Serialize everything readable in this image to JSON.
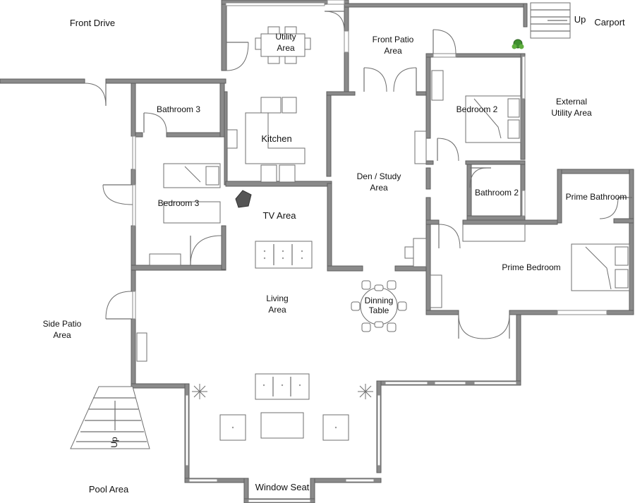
{
  "title": "",
  "rooms": [
    {
      "id": "front-drive",
      "lines": [
        "Front Drive"
      ]
    },
    {
      "id": "utility-area",
      "lines": [
        "Utility",
        "Area"
      ]
    },
    {
      "id": "front-patio-area",
      "lines": [
        "Front Patio",
        "Area"
      ]
    },
    {
      "id": "carport-up",
      "lines": [
        "Up"
      ]
    },
    {
      "id": "carport",
      "lines": [
        "Carport"
      ]
    },
    {
      "id": "bathroom-3",
      "lines": [
        "Bathroom 3"
      ]
    },
    {
      "id": "kitchen",
      "lines": [
        "Kitchen"
      ]
    },
    {
      "id": "bedroom-2",
      "lines": [
        "Bedroom 2"
      ]
    },
    {
      "id": "external-utility-area",
      "lines": [
        "External",
        "Utility Area"
      ]
    },
    {
      "id": "den-study-area",
      "lines": [
        "Den / Study",
        "Area"
      ]
    },
    {
      "id": "bedroom-3",
      "lines": [
        "Bedroom 3"
      ]
    },
    {
      "id": "bathroom-2",
      "lines": [
        "Bathroom 2"
      ]
    },
    {
      "id": "prime-bathroom",
      "lines": [
        "Prime Bathroom"
      ]
    },
    {
      "id": "tv-area",
      "lines": [
        "TV Area"
      ]
    },
    {
      "id": "prime-bedroom",
      "lines": [
        "Prime Bedroom"
      ]
    },
    {
      "id": "living-area",
      "lines": [
        "Living",
        "Area"
      ]
    },
    {
      "id": "dinning-table",
      "lines": [
        "Dinning",
        "Table"
      ]
    },
    {
      "id": "side-patio-area",
      "lines": [
        "Side Patio",
        "Area"
      ]
    },
    {
      "id": "side-stairs-up",
      "lines": [
        "Up"
      ]
    },
    {
      "id": "window-seat",
      "lines": [
        "Window Seat"
      ]
    },
    {
      "id": "pool-area",
      "lines": [
        "Pool Area"
      ]
    }
  ],
  "colors": {
    "wall": "#8a8a8a",
    "line": "#6f6f6f",
    "background": "#ffffff",
    "text": "#111111",
    "plant": "#3f8f2f"
  }
}
